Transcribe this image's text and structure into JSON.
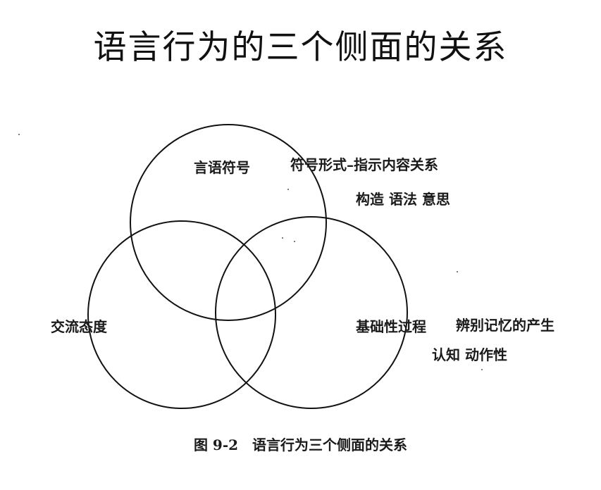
{
  "title": "语言行为的三个侧面的关系",
  "diagram": {
    "circles": [
      {
        "id": "top",
        "label": "言语符号"
      },
      {
        "id": "left",
        "label": "交流态度"
      },
      {
        "id": "right",
        "label": "基础性过程"
      }
    ],
    "annotations": {
      "top_line1": "符号形式–指示内容关系",
      "top_line2": "构造 语法 意思",
      "right_line1": "辨别记忆的产生",
      "right_line2": "认知 动作性"
    }
  },
  "caption": "图 9-2　语言行为三个侧面的关系"
}
